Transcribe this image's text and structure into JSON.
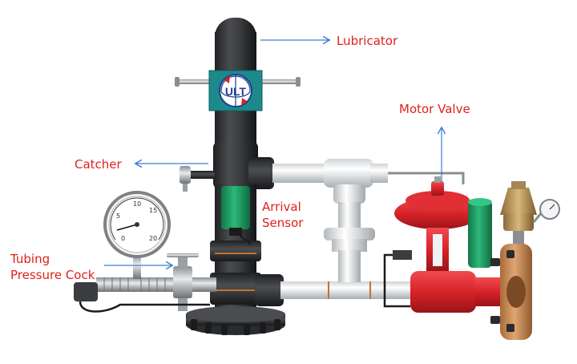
{
  "labels": {
    "lubricator": "Lubricator",
    "motor_valve": "Motor Valve",
    "catcher": "Catcher",
    "arrival_sensor_line1": "Arrival",
    "arrival_sensor_line2": "Sensor",
    "tubing_pressure_cock_line1": "Tubing",
    "tubing_pressure_cock_line2": "Pressure Cock"
  },
  "logo_text": "ULT",
  "gauges": {
    "large": {
      "ticks": [
        "0",
        "5",
        "10",
        "15",
        "20"
      ]
    }
  },
  "colors": {
    "label_text": "#e0201b",
    "arrow": "#3a7fd0",
    "pipe_dark": "#2f3032",
    "pipe_light": "#e9ecee",
    "valve_red": "#d8232a",
    "sensor_green": "#1f9b63",
    "flange_copper": "#c9884f",
    "logo_teal": "#1c8a8a"
  }
}
